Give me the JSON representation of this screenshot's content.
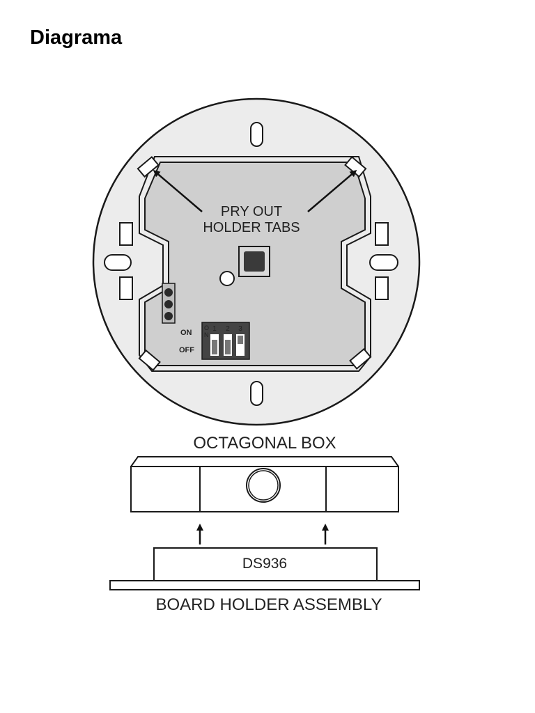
{
  "title": "Diagrama",
  "top_view": {
    "callout_line1": "PRY OUT",
    "callout_line2": "HOLDER TABS",
    "dip_on_label": "ON",
    "dip_off_label": "OFF",
    "dip_o_char": "O",
    "dip_n_char": "N",
    "dip_numbers": [
      "1",
      "2",
      "3"
    ]
  },
  "side_view": {
    "box_label": "OCTAGONAL BOX",
    "device_label": "DS936",
    "assembly_label": "BOARD HOLDER ASSEMBLY"
  },
  "colors": {
    "board": "#cfcfcf",
    "outline": "#1a1a1a",
    "plate": "#ececec",
    "switch": "#333333"
  }
}
